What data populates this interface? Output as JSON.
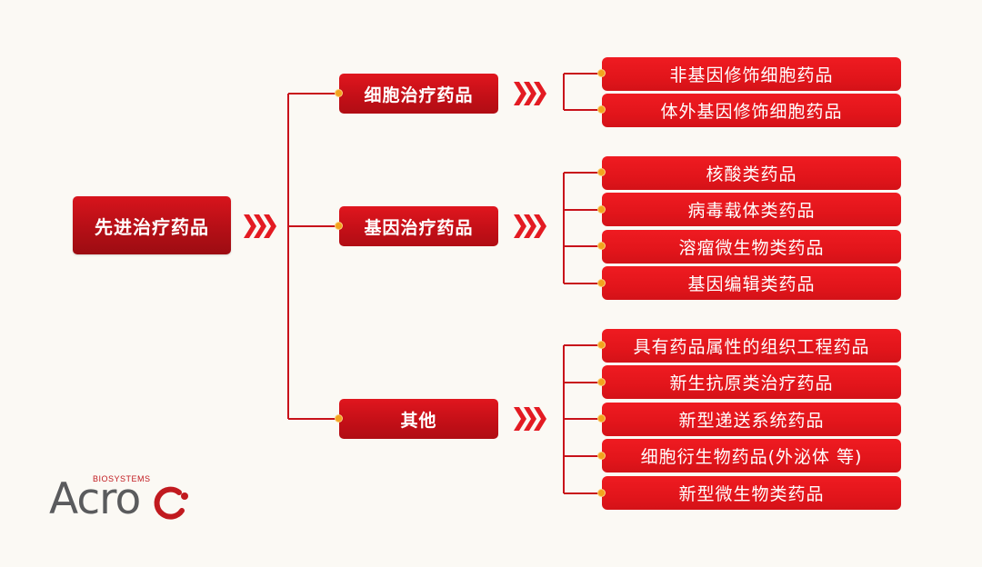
{
  "root": {
    "label": "先进治疗药品"
  },
  "categories": [
    {
      "label": "细胞治疗药品",
      "items": [
        "非基因修饰细胞药品",
        "体外基因修饰细胞药品"
      ]
    },
    {
      "label": "基因治疗药品",
      "items": [
        "核酸类药品",
        "病毒载体类药品",
        "溶瘤微生物类药品",
        "基因编辑类药品"
      ]
    },
    {
      "label": "其他",
      "items": [
        "具有药品属性的组织工程药品",
        "新生抗原类治疗药品",
        "新型递送系统药品",
        "细胞衍生物药品(外泌体 等)",
        "新型微生物类药品"
      ]
    }
  ],
  "logo": {
    "subtitle": "BIOSYSTEMS",
    "wordmark": "Acro"
  },
  "colors": {
    "accent": "#d8141c",
    "connector": "#c8121a",
    "dot": "#f3a21e",
    "chevron": "#e31b22",
    "logo_gray": "#5a5b5d"
  },
  "icons": [
    "chevron-triple-icon",
    "connector-dot-icon",
    "acro-logo"
  ]
}
